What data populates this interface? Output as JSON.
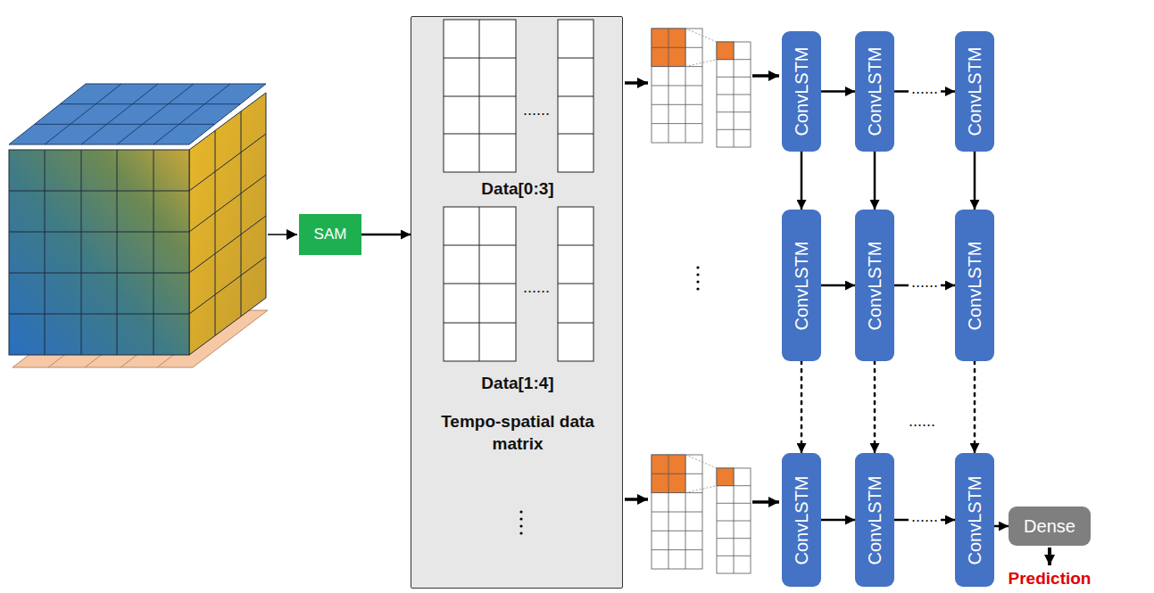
{
  "diagram": {
    "nodes": [
      {
        "text": [
          "SAM"
        ]
      },
      {
        "text": [
          "Data[0:3]",
          "Data[1:4]",
          "Tempo-spatial data matrix"
        ]
      },
      {
        "text": [
          "ConvLSTM"
        ]
      },
      {
        "text": [
          "ConvLSTM"
        ]
      },
      {
        "text": [
          "ConvLSTM"
        ]
      },
      {
        "text": [
          "ConvLSTM"
        ]
      },
      {
        "text": [
          "ConvLSTM"
        ]
      },
      {
        "text": [
          "ConvLSTM"
        ]
      },
      {
        "text": [
          "ConvLSTM"
        ]
      },
      {
        "text": [
          "ConvLSTM"
        ]
      },
      {
        "text": [
          "ConvLSTM"
        ]
      },
      {
        "text": [
          "Dense"
        ]
      }
    ],
    "edges": [
      {
        "from": 0,
        "to": 1,
        "arrow": "to"
      },
      {
        "from": 2,
        "to": 3,
        "arrow": "to"
      },
      {
        "from": 3,
        "to": 4,
        "label": "......",
        "arrow": "to"
      },
      {
        "from": 2,
        "to": 5,
        "arrow": "to"
      },
      {
        "from": 3,
        "to": 6,
        "arrow": "to"
      },
      {
        "from": 4,
        "to": 7,
        "arrow": "to"
      },
      {
        "from": 5,
        "to": 6,
        "arrow": "to"
      },
      {
        "from": 6,
        "to": 7,
        "label": "......",
        "arrow": "to"
      },
      {
        "from": 5,
        "to": 8,
        "arrow": "to"
      },
      {
        "from": 6,
        "to": 9,
        "arrow": "to"
      },
      {
        "from": 7,
        "to": 10,
        "arrow": "to"
      },
      {
        "from": 8,
        "to": 9,
        "arrow": "to"
      },
      {
        "from": 9,
        "to": 10,
        "label": "......",
        "arrow": "to"
      },
      {
        "from": 10,
        "to": 11,
        "arrow": "to"
      }
    ],
    "labels": [
      "......",
      "......",
      "......",
      "Prediction"
    ]
  }
}
